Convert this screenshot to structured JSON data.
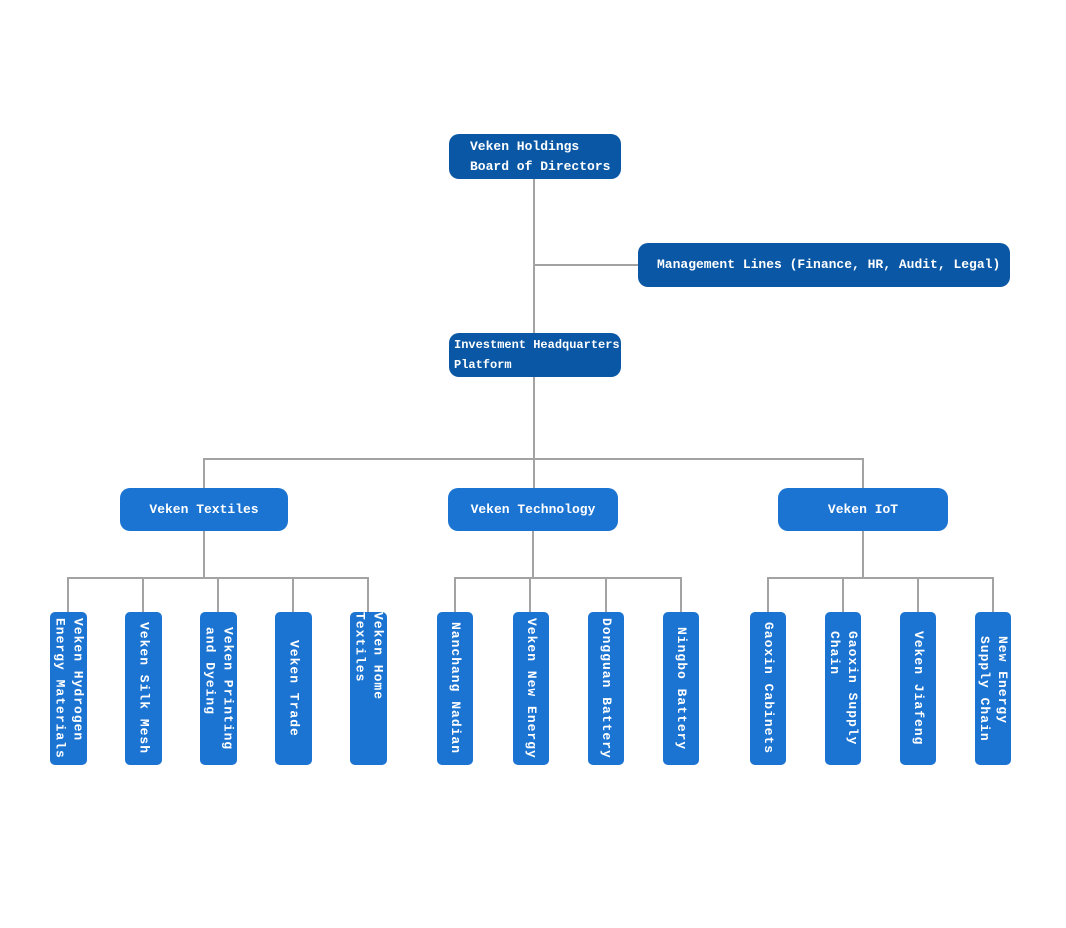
{
  "diagram": {
    "title_semantic": "Veken Holdings organization chart",
    "colors": {
      "primary_dark": "#0a57a5",
      "primary_light": "#1b74d2",
      "connector_gray": "#a3a3a3",
      "text": "#ffffff",
      "background": "#ffffff"
    },
    "nodes": {
      "board": "Veken Holdings\nBoard of Directors",
      "management": "Management Lines (Finance, HR, Audit, Legal)",
      "platform": "Investment Headquarters\nPlatform",
      "groups": [
        {
          "label": "Veken Textiles",
          "children": [
            "Veken Hydrogen\nEnergy Materials",
            "Veken Silk Mesh",
            "Veken Printing\nand Dyeing",
            "Veken Trade",
            "Veken Home Textiles"
          ]
        },
        {
          "label": "Veken Technology",
          "children": [
            "Nanchang Nadian",
            "Veken New Energy",
            "Dongguan Battery",
            "Ningbo Battery"
          ]
        },
        {
          "label": "Veken IoT",
          "children": [
            "Gaoxin Cabinets",
            "Gaoxin Supply\nChain",
            "Veken Jiafeng",
            "New Energy\nSupply Chain"
          ]
        }
      ]
    }
  }
}
